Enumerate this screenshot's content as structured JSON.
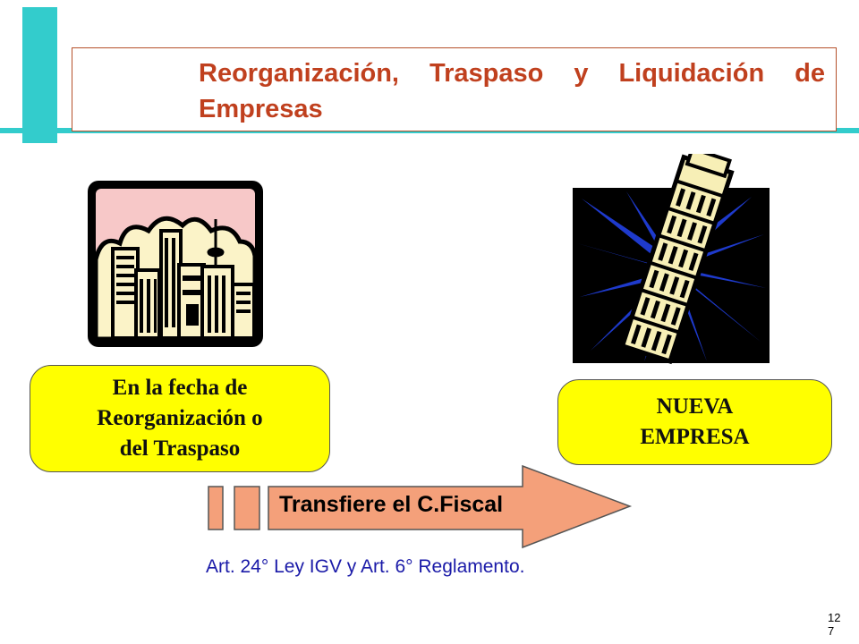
{
  "slide": {
    "title": "Reorganización, Traspaso y Liquidación de Empresas",
    "left_box_lines": [
      "En la fecha de",
      "Reorganización o",
      "del Traspaso"
    ],
    "right_box_lines": [
      "NUEVA",
      "EMPRESA"
    ],
    "arrow_label": "Transfiere el C.Fiscal",
    "reference": "Art. 24° Ley IGV y Art. 6° Reglamento.",
    "page_number": "127"
  },
  "colors": {
    "accent": "#33cccc",
    "title": "#c0401e",
    "box_fill": "#ffff00",
    "arrow_fill": "#f4a07a",
    "reference": "#1a1aa8"
  },
  "icons": [
    "city-skyline-clipart",
    "leaning-tower-clipart"
  ]
}
